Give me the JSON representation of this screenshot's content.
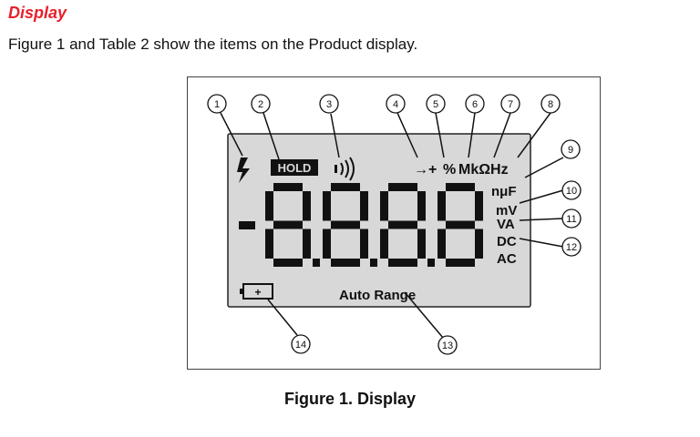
{
  "section": {
    "heading": "Display",
    "intro": "Figure 1 and Table 2 show the items on the Product display."
  },
  "figure": {
    "caption": "Figure 1. Display",
    "callouts": [
      "1",
      "2",
      "3",
      "4",
      "5",
      "6",
      "7",
      "8",
      "9",
      "10",
      "11",
      "12",
      "13",
      "14"
    ],
    "lcd": {
      "hold": "HOLD",
      "diode_plus": "→+",
      "percent": "%",
      "units_top": "MkΩHz",
      "cap_unit": "nμF",
      "millivolt": "mV",
      "va": "VA",
      "dc": "DC",
      "ac": "AC",
      "auto_range": "Auto Range",
      "minus": "-",
      "battery": "+"
    }
  },
  "colors": {
    "heading": "#e8202a",
    "lcd_fill": "#d8d8d8",
    "segment": "#111111"
  }
}
